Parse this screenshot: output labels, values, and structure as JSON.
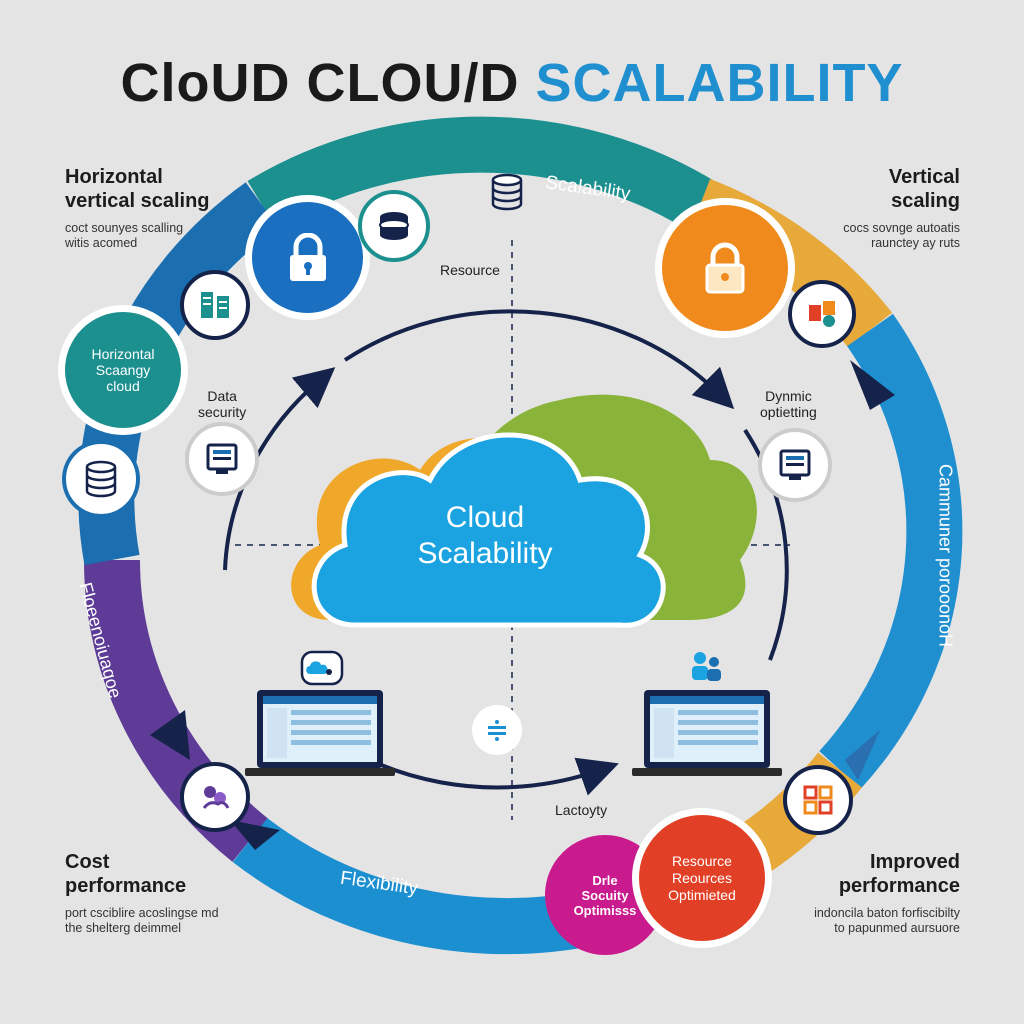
{
  "title": {
    "part1": "CloUD CLOU/D",
    "part2": "SCALABILITY"
  },
  "corners": {
    "top_left": {
      "heading": "Horizontal\nvertical scaling",
      "sub": "coct sounyes scalling\nwitis acomed"
    },
    "top_right": {
      "heading": "Vertical\nscaling",
      "sub": "cocs sovnge autoatis\nraunctey ay ruts"
    },
    "bottom_left": {
      "heading": "Cost\nperformance",
      "sub": "port csciblire acoslingse md\nthe shelterg deimmel"
    },
    "bottom_right": {
      "heading": "Improved\nperformance",
      "sub": "indoncila baton forfiscibilty\nto papunmed aursuore"
    }
  },
  "ring": {
    "top_label": "Scalability",
    "right_label": "Cammuner porooonoH",
    "left_label": "Floeenoiuaqoe",
    "bottom_label": "Flexibility"
  },
  "badges": {
    "left_green": "Horizontal\nScaangy\ncloud",
    "magenta": "Drle\nSocuity\nOptimisss",
    "red": "Resource\nReources\nOptimieted"
  },
  "inner_labels": {
    "resource": "Resource",
    "data_security": "Data\nsecurity",
    "dynamic": "Dynmic\noptietting",
    "latency": "Lactoyty"
  },
  "center": {
    "text": "Cloud\nScalability"
  },
  "colors": {
    "teal": "#1c8f8f",
    "blue": "#1f8fcf",
    "dark_blue": "#1b5f9a",
    "purple": "#5d3b96",
    "orange": "#f08a1c",
    "gold": "#e8a93b",
    "green": "#8ab33a",
    "magenta": "#c91a8e",
    "red": "#e24026",
    "navy": "#15234a",
    "cloud_blue": "#1aa3e0"
  },
  "icons": [
    "lock-icon",
    "database-icon",
    "server-rack-icon",
    "monitor-icon",
    "laptop-icon",
    "cloud-network-icon",
    "users-icon",
    "equals-icon",
    "people-icon",
    "org-chart-icon"
  ]
}
